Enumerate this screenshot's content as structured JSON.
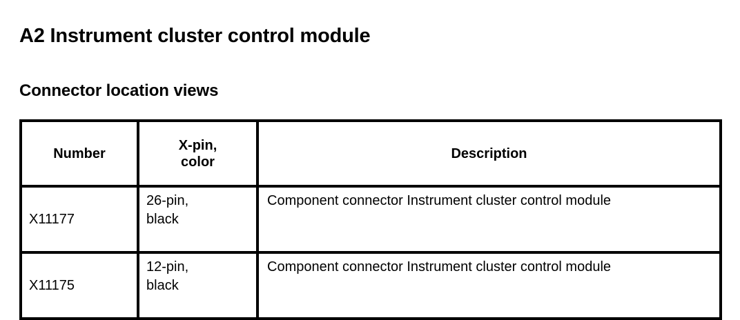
{
  "document": {
    "title": "A2 Instrument cluster control module",
    "subtitle": "Connector location views"
  },
  "table": {
    "columns": [
      {
        "key": "number",
        "header": "Number"
      },
      {
        "key": "xpin_color",
        "header": "X-pin,\ncolor"
      },
      {
        "key": "description",
        "header": "Description"
      }
    ],
    "rows": [
      {
        "number": "X11177",
        "xpin_color": "26-pin,\nblack",
        "description": "Component connector Instrument cluster control module"
      },
      {
        "number": "X11175",
        "xpin_color": "12-pin,\nblack",
        "description": "Component connector Instrument cluster control module"
      }
    ]
  },
  "style": {
    "page_background": "#ffffff",
    "text_color": "#000000",
    "table_border_color": "#000000"
  }
}
